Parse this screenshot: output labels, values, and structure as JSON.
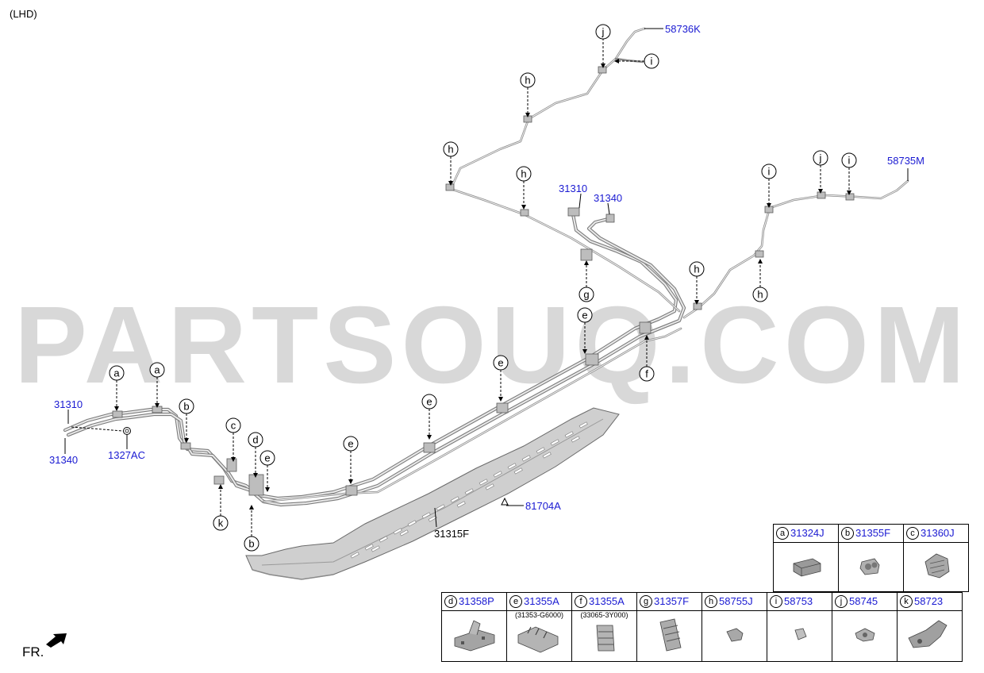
{
  "header": {
    "variant": "(LHD)"
  },
  "watermark": "PARTSOUQ.COM",
  "direction_label": "FR.",
  "part_labels": {
    "p58736K": "58736K",
    "p58735M": "58735M",
    "p31310_top": "31310",
    "p31340_top": "31340",
    "p31310_left": "31310",
    "p31340_left": "31340",
    "p1327AC": "1327AC",
    "p81704A": "81704A",
    "p31315F": "31315F"
  },
  "callouts": {
    "j1": "j",
    "i1": "i",
    "h1": "h",
    "h2": "h",
    "h3": "h",
    "i2": "i",
    "j2": "j",
    "i3": "i",
    "h4": "h",
    "h5": "h",
    "g": "g",
    "e1": "e",
    "f": "f",
    "e2": "e",
    "e3": "e",
    "e4": "e",
    "a1": "a",
    "a2": "a",
    "b1": "b",
    "c": "c",
    "d": "d",
    "e5": "e",
    "k": "k",
    "b2": "b"
  },
  "legend": {
    "row1": [
      {
        "letter": "a",
        "part": "31324J",
        "icon": "clip-a-icon"
      },
      {
        "letter": "b",
        "part": "31355F",
        "icon": "clip-b-icon"
      },
      {
        "letter": "c",
        "part": "31360J",
        "icon": "clip-c-icon"
      }
    ],
    "row2": [
      {
        "letter": "d",
        "part": "31358P",
        "sub": "",
        "icon": "clip-d-icon"
      },
      {
        "letter": "e",
        "part": "31355A",
        "sub": "(31353-G6000)",
        "icon": "clip-e-icon"
      },
      {
        "letter": "f",
        "part": "31355A",
        "sub": "(33065-3Y000)",
        "icon": "clip-f-icon"
      },
      {
        "letter": "g",
        "part": "31357F",
        "sub": "",
        "icon": "clip-g-icon"
      },
      {
        "letter": "h",
        "part": "58755J",
        "sub": "",
        "icon": "clip-h-icon"
      },
      {
        "letter": "i",
        "part": "58753",
        "sub": "",
        "icon": "clip-i-icon"
      },
      {
        "letter": "j",
        "part": "58745",
        "sub": "",
        "icon": "clip-j-icon"
      },
      {
        "letter": "k",
        "part": "58723",
        "sub": "",
        "icon": "clip-k-icon"
      }
    ]
  }
}
